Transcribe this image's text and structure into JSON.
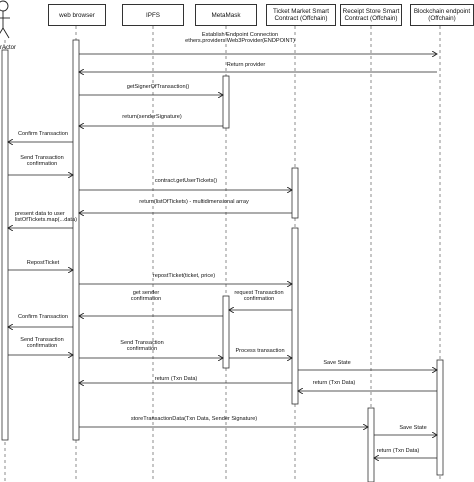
{
  "actor": {
    "label": "rActor"
  },
  "participants": [
    {
      "id": "wb",
      "label": "web browser"
    },
    {
      "id": "ipfs",
      "label": "IPFS"
    },
    {
      "id": "mm",
      "label": "MetaMask"
    },
    {
      "id": "tm",
      "label": "Ticket Market Smart\nContract (Offchain)"
    },
    {
      "id": "rs",
      "label": "Receipt Store Smart\nContract (Offchain)"
    },
    {
      "id": "bc",
      "label": "Blockchain endpoint\n(Offchain)"
    }
  ],
  "messages": [
    {
      "from": "wb",
      "to": "bc",
      "label": "Establish Endpoint Connection\nethers.providers.Web3Provider(ENDPOINT)"
    },
    {
      "from": "bc",
      "to": "wb",
      "label": "Return provider"
    },
    {
      "from": "wb",
      "to": "mm",
      "label": "getSignerOfTransaction()"
    },
    {
      "from": "mm",
      "to": "wb",
      "label": "return(senderSignature)"
    },
    {
      "from": "wb",
      "to": "actor",
      "label": "Confirm Transaction"
    },
    {
      "from": "actor",
      "to": "wb",
      "label": "Send Transaction\nconfirmation"
    },
    {
      "from": "wb",
      "to": "tm",
      "label": "contract.getUserTickets()"
    },
    {
      "from": "tm",
      "to": "wb",
      "label": "return(listOfTickets) - multidimensional array"
    },
    {
      "from": "wb",
      "to": "actor",
      "label": "present data to user\nlistOfTickets.map(...data)"
    },
    {
      "from": "actor",
      "to": "wb",
      "label": "RepostTicket"
    },
    {
      "from": "wb",
      "to": "tm",
      "label": "repostTicket(ticket, price)"
    },
    {
      "from": "tm",
      "to": "mm",
      "label": "request Transaction\nconfirmation"
    },
    {
      "from": "mm",
      "to": "wb",
      "label": "get sender\nconfirmation"
    },
    {
      "from": "wb",
      "to": "actor",
      "label": "Confirm Transaction"
    },
    {
      "from": "actor",
      "to": "wb",
      "label": "Send Transaction\nconfirmation"
    },
    {
      "from": "wb",
      "to": "mm",
      "label": "Send Transaction\nconfirmation"
    },
    {
      "from": "mm",
      "to": "tm",
      "label": "Process transaction"
    },
    {
      "from": "tm",
      "to": "bc",
      "label": "Save State"
    },
    {
      "from": "bc",
      "to": "tm",
      "label": "return (Txn Data)"
    },
    {
      "from": "tm",
      "to": "wb",
      "label": "return (Txn Data)"
    },
    {
      "from": "wb",
      "to": "rs",
      "label": "storeTransactionData(Txn Data, Sender Signature)"
    },
    {
      "from": "rs",
      "to": "bc",
      "label": "Save State"
    },
    {
      "from": "bc",
      "to": "rs",
      "label": "return (Txn Data)"
    }
  ]
}
